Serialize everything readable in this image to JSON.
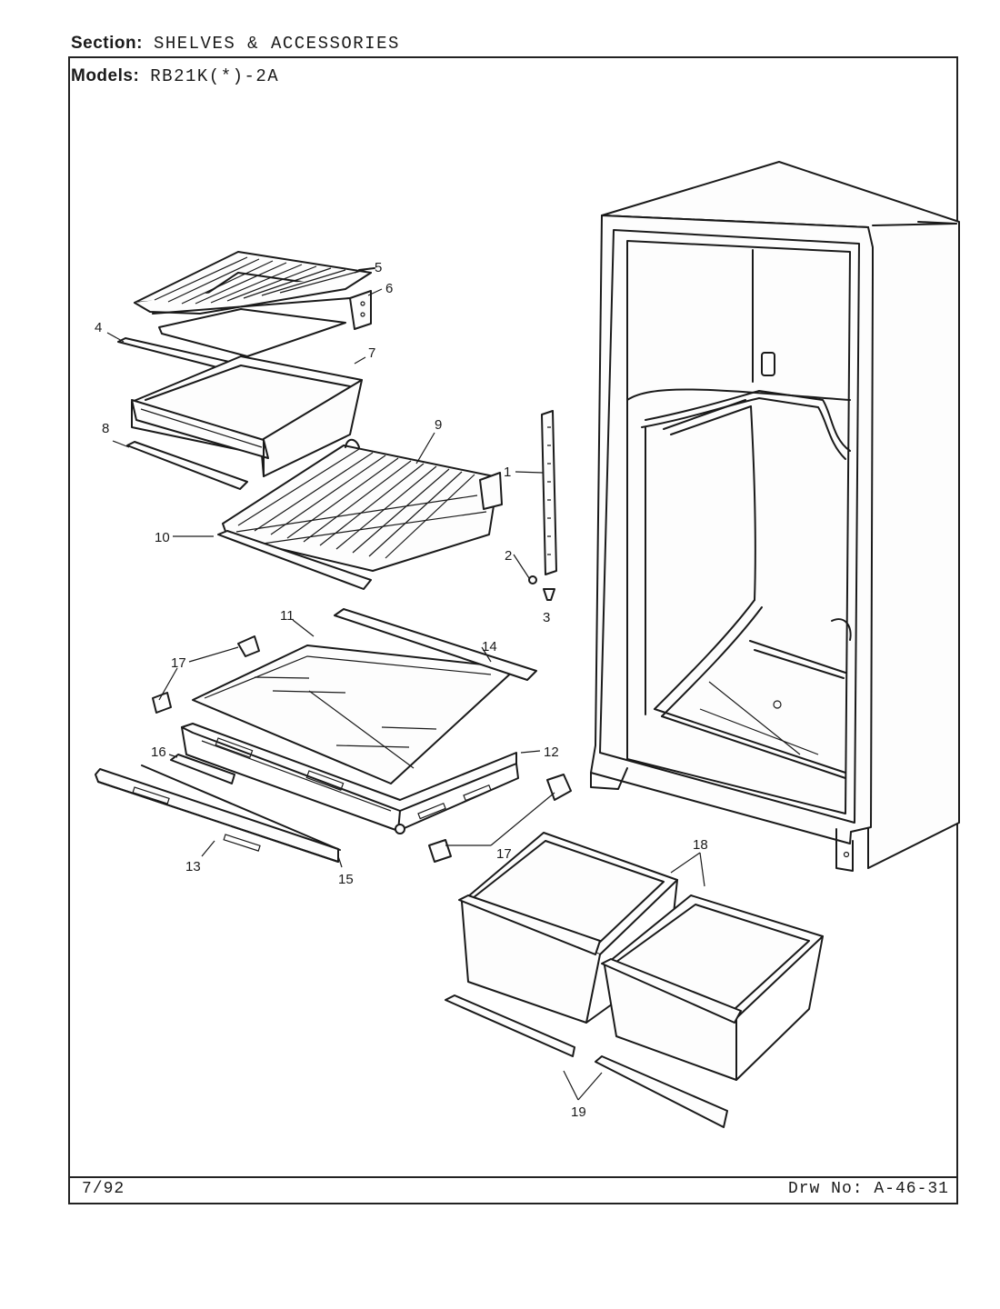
{
  "section": {
    "label": "Section:",
    "value": "SHELVES & ACCESSORIES"
  },
  "models": {
    "label": "Models:",
    "value": "RB21K(*)-2A"
  },
  "footer": {
    "date": "7/92",
    "drawing_label": "Drw No:",
    "drawing_number": "A-46-31"
  },
  "callouts": {
    "c1": "1",
    "c2": "2",
    "c3": "3",
    "c4": "4",
    "c5": "5",
    "c6": "6",
    "c7": "7",
    "c8": "8",
    "c9": "9",
    "c10": "10",
    "c11": "11",
    "c12": "12",
    "c13": "13",
    "c14": "14",
    "c15": "15",
    "c16": "16",
    "c17a": "17",
    "c17b": "17",
    "c18": "18",
    "c19": "19"
  }
}
